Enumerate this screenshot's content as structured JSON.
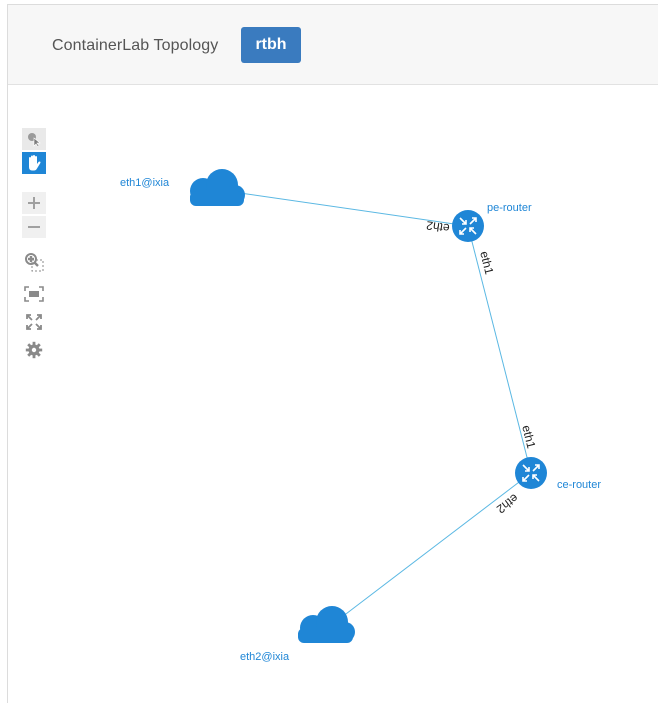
{
  "header": {
    "title": "ContainerLab Topology",
    "lab_name": "rtbh"
  },
  "toolbar": {
    "tools": [
      "select-tool",
      "pan-tool",
      "zoom-in",
      "zoom-out",
      "zoom-selection",
      "fit-view",
      "fullscreen",
      "settings"
    ],
    "active_tool": "pan-tool"
  },
  "topology": {
    "nodes": {
      "ixia1": {
        "label": "eth1@ixia",
        "kind": "cloud"
      },
      "pe": {
        "label": "pe-router",
        "kind": "router"
      },
      "ce": {
        "label": "ce-router",
        "kind": "router"
      },
      "ixia2": {
        "label": "eth2@ixia",
        "kind": "cloud"
      }
    },
    "links": [
      {
        "from": "ixia1",
        "to": "pe",
        "to_interface": "eth2"
      },
      {
        "from": "pe",
        "to": "ce",
        "from_interface": "eth1",
        "to_interface": "eth1"
      },
      {
        "from": "ce",
        "to": "ixia2",
        "from_interface": "eth2"
      }
    ]
  },
  "colors": {
    "accent": "#3a7bbf",
    "node": "#1f86d6",
    "link": "#5bb8e3"
  }
}
